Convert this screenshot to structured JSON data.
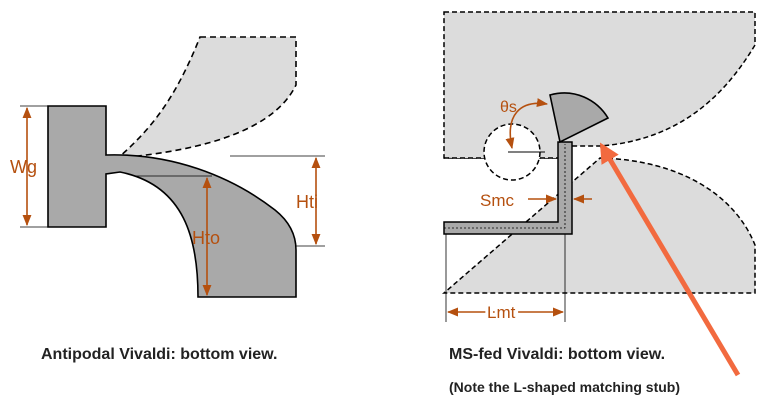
{
  "labels": {
    "wg": "Wg",
    "hti": "Hti",
    "hto": "Hto",
    "theta_s": "θs",
    "smc": "Smc",
    "lmt": "Lmt"
  },
  "captions": {
    "antipodal": "Antipodal Vivaldi: bottom view.",
    "ms_fed": "MS-fed Vivaldi: bottom view.",
    "ms_fed_note": "(Note the L-shaped matching stub)"
  },
  "colors": {
    "annotation": "#b5500f",
    "arrow": "#f26a3f",
    "metal_dark": "#a9a9a9",
    "metal_light": "#dcdcdc",
    "outline": "#000000"
  }
}
